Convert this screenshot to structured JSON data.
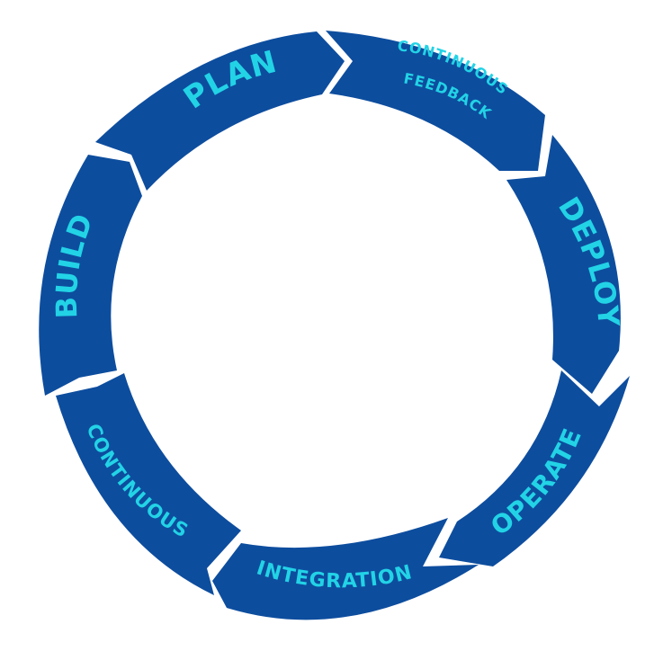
{
  "colors": {
    "ring": "#0d4d9e",
    "text": "#22d3e6",
    "background": "#ffffff"
  },
  "cycle": {
    "segments": [
      {
        "id": "plan",
        "label": "PLAN"
      },
      {
        "id": "continuous-feedback",
        "label_line1": "CONTINUOUS",
        "label_line2": "FEEDBACK"
      },
      {
        "id": "deploy",
        "label": "DEPLOY"
      },
      {
        "id": "operate",
        "label": "OPERATE"
      },
      {
        "id": "integration",
        "label": "INTEGRATION"
      },
      {
        "id": "continuous",
        "label": "CONTINUOUS"
      },
      {
        "id": "build",
        "label": "BUILD"
      }
    ]
  }
}
